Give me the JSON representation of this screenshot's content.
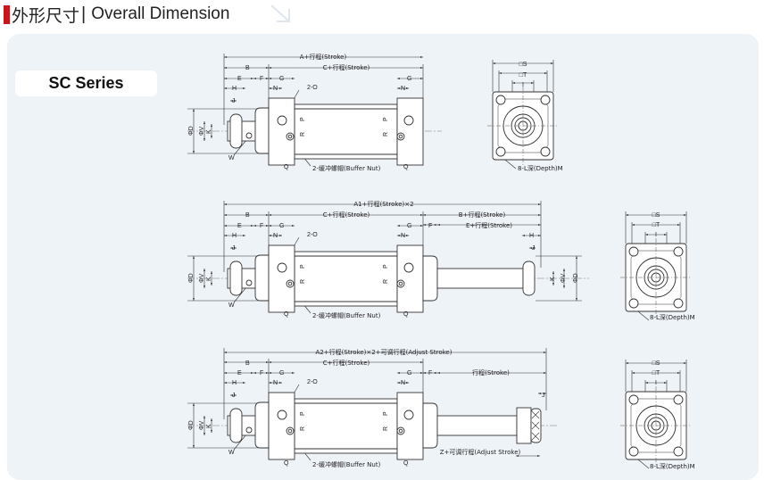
{
  "header": {
    "title_cn": "外形尺寸",
    "separator": "|",
    "title_en": "Overall Dimension"
  },
  "series_label": "SC Series",
  "colors": {
    "accent": "#c8161d",
    "panel": "#eef3f8",
    "line": "#333333"
  },
  "labels": {
    "B": "B",
    "E": "E",
    "F": "F",
    "G": "G",
    "N": "N",
    "H": "H",
    "J": "J",
    "O": "2-O",
    "P": "P",
    "R": "R",
    "Q": "Q",
    "W": "W",
    "D": "ΦD",
    "V": "ΦV",
    "K": "K",
    "buffer_nut": "2-缓冲螺帽(Buffer Nut)",
    "S": "□S",
    "T": "□T",
    "I": "I",
    "L": "8-L深(Depth)M"
  },
  "row1": {
    "A": "A+行程(Stroke)",
    "C": "C+行程(Stroke)"
  },
  "row2": {
    "A1": "A1+行程(Stroke)×2",
    "C": "C+行程(Stroke)",
    "B_plus": "B+行程(Stroke)",
    "E_plus": "E+行程(Stroke)"
  },
  "row3": {
    "A2": "A2+行程(Stroke)×2+可调行程(Adjust Stroke)",
    "C": "C+行程(Stroke)",
    "stroke": "行程(Stroke)",
    "Z": "Z+可调行程(Adjust Stroke)"
  }
}
